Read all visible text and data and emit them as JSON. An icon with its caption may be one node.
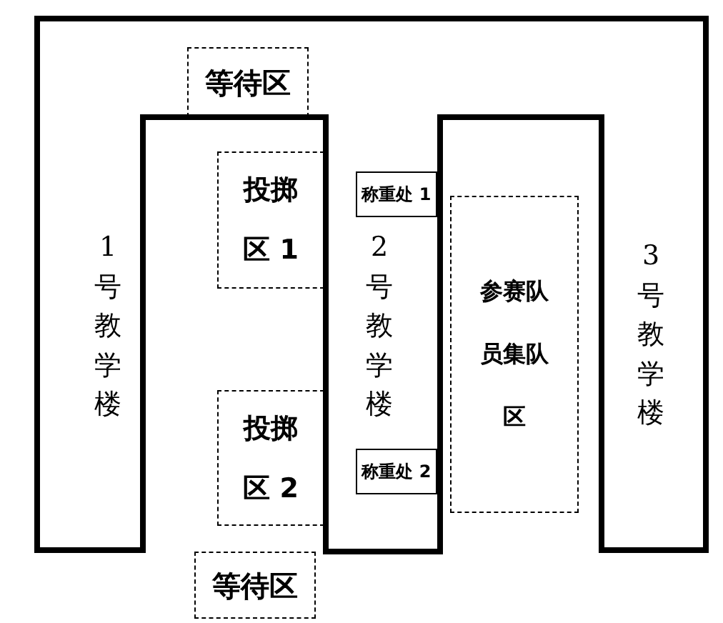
{
  "diagram": {
    "nodes": [
      {
        "text": [
          "等待区"
        ]
      },
      {
        "text": [
          "投掷区 1"
        ]
      },
      {
        "text": [
          "称重处 1"
        ]
      },
      {
        "text": [
          "参赛队员集队区"
        ]
      },
      {
        "text": [
          "投掷区 2"
        ]
      },
      {
        "text": [
          "称重处 2"
        ]
      },
      {
        "text": [
          "等待区"
        ]
      }
    ],
    "labels": [
      "1号教学楼",
      "2号教学楼",
      "3号教学楼"
    ]
  }
}
